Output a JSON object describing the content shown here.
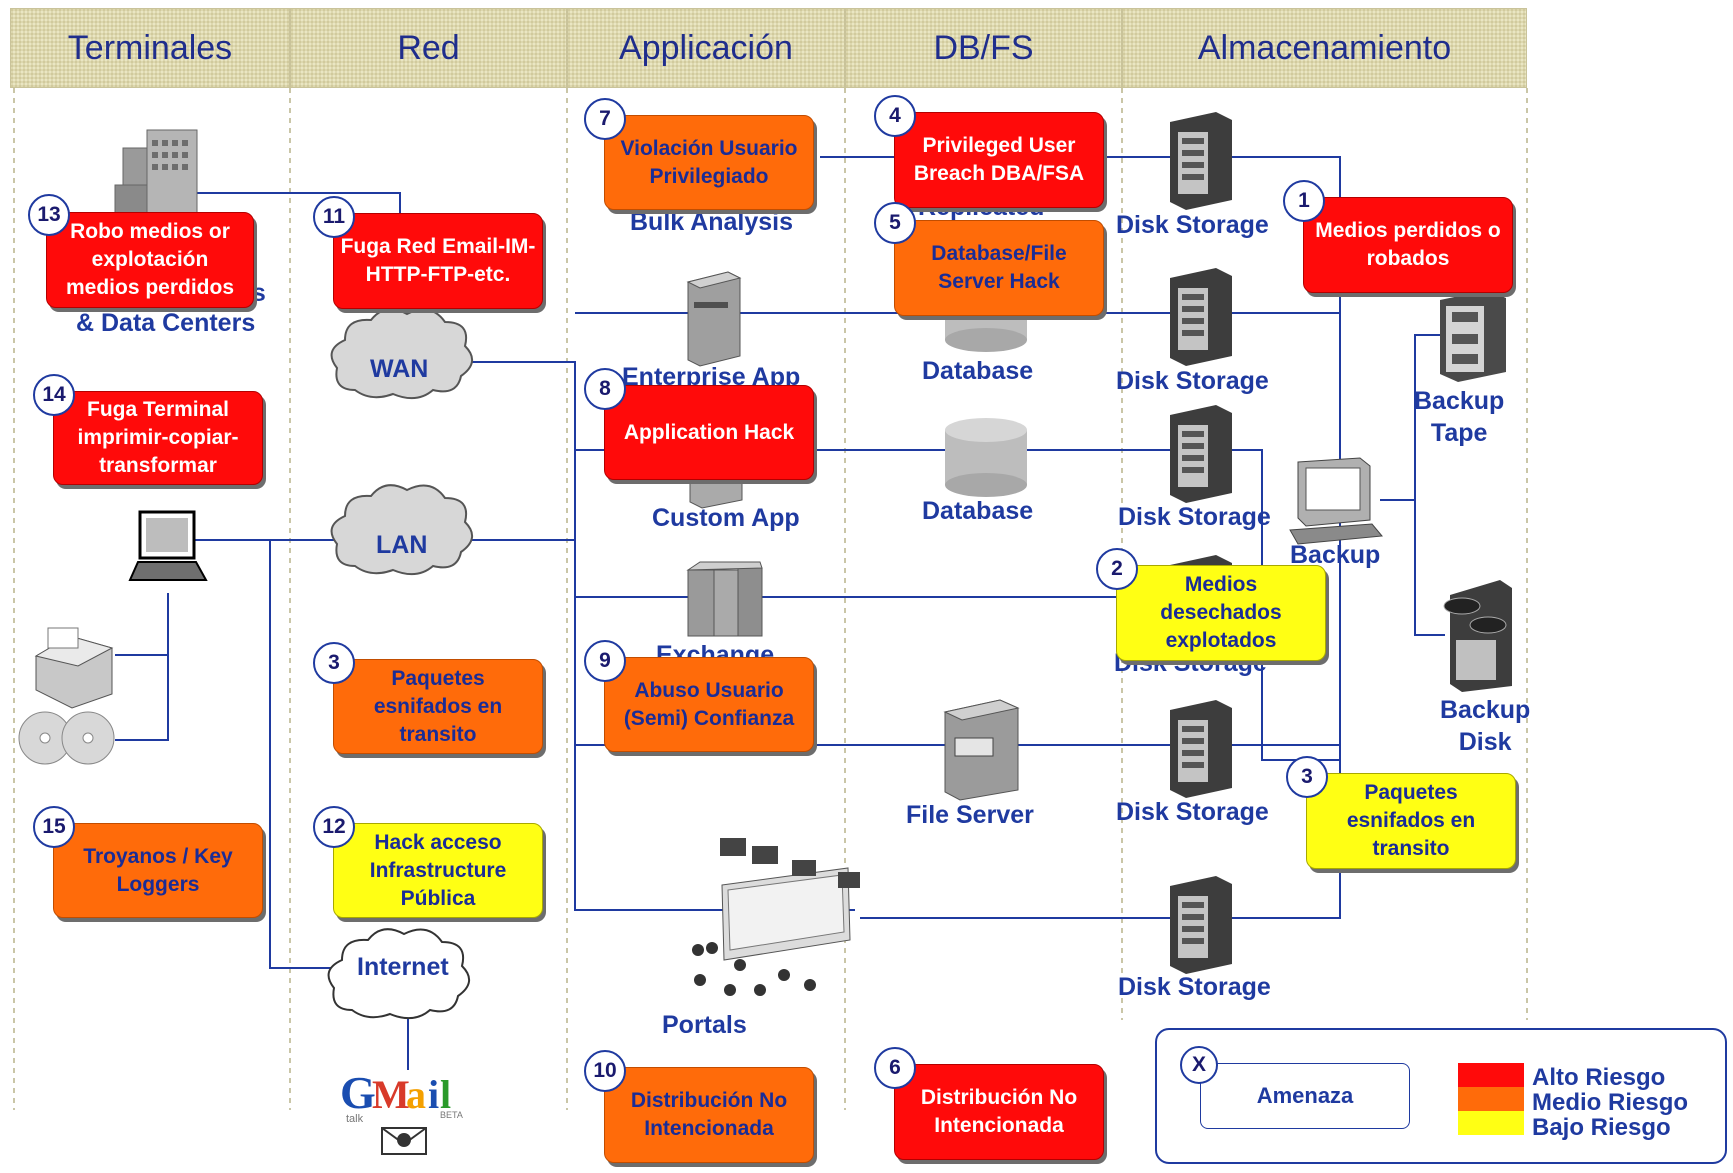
{
  "headers": [
    "Terminales",
    "Red",
    "Applicación",
    "DB/FS",
    "Almacenamiento"
  ],
  "labels": {
    "data_centers": "& Data Centers",
    "data_centers_hidden": "es",
    "wan": "WAN",
    "lan": "LAN",
    "internet": "Internet",
    "bulk_analysis": "Bulk Analysis",
    "replicated": "Replicated",
    "enterprise_app": "Enterprise App",
    "custom_app": "Custom App",
    "exchange": "Exchange",
    "portals": "Portals",
    "database_1": "Database",
    "database_2": "Database",
    "file_server": "File Server",
    "disk_storage_1": "Disk Storage",
    "disk_storage_2": "Disk Storage",
    "disk_storage_3": "Disk Storage",
    "disk_storage_4": "Disk Storage",
    "disk_storage_5": "Disk Storage",
    "disk_storage_6": "Disk Storage",
    "backup": "Backup",
    "backup_tape": "Backup\nTape",
    "backup_disk": "Backup\nDisk"
  },
  "threats": [
    {
      "num": "13",
      "text": "Robo medios or explotación medios perdidos",
      "risk": "high"
    },
    {
      "num": "11",
      "text": "Fuga Red Email-IM-HTTP-FTP-etc.",
      "risk": "high"
    },
    {
      "num": "14",
      "text": "Fuga Terminal imprimir-copiar-transformar",
      "risk": "high"
    },
    {
      "num": "3",
      "text": "Paquetes esnifados en transito",
      "risk": "medium"
    },
    {
      "num": "12",
      "text": "Hack acceso Infrastructure Pública",
      "risk": "low"
    },
    {
      "num": "15",
      "text": "Troyanos / Key Loggers",
      "risk": "medium"
    },
    {
      "num": "7",
      "text": "Violación Usuario Privilegiado",
      "risk": "medium"
    },
    {
      "num": "8",
      "text": "Application Hack",
      "risk": "high"
    },
    {
      "num": "9",
      "text": "Abuso Usuario (Semi) Confianza",
      "risk": "medium"
    },
    {
      "num": "10",
      "text": "Distribución No Intencionada",
      "risk": "medium"
    },
    {
      "num": "4",
      "text": "Privileged User Breach DBA/FSA",
      "risk": "high"
    },
    {
      "num": "5",
      "text": "Database/File Server Hack",
      "risk": "medium"
    },
    {
      "num": "6",
      "text": "Distribución No Intencionada",
      "risk": "high"
    },
    {
      "num": "1",
      "text": "Medios perdidos o robados",
      "risk": "high"
    },
    {
      "num": "2",
      "text": "Medios desechados explotados",
      "risk": "low"
    },
    {
      "num": "3",
      "text": "Paquetes esnifados en transito",
      "risk": "low"
    }
  ],
  "legend": {
    "marker": "X",
    "threat_label": "Amenaza",
    "high": "Alto Riesgo",
    "medium": "Medio Riesgo",
    "low": "Bajo Riesgo"
  },
  "logo": {
    "gmail": "Gmail",
    "talk": "talk",
    "beta": "BETA"
  },
  "colors": {
    "high": "#ff0a0a",
    "medium": "#ff6b0a",
    "low": "#ffff14",
    "label_blue": "#1f3aa0",
    "connector": "#1f3aa0"
  }
}
